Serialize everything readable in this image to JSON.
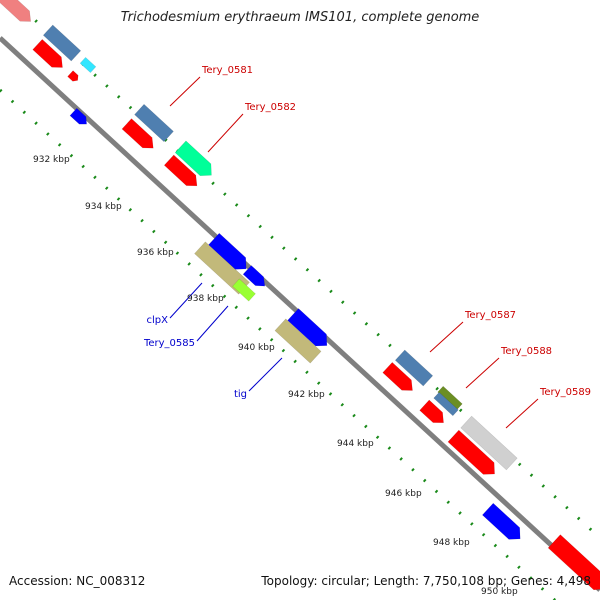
{
  "title": "Trichodesmium erythraeum IMS101, complete genome",
  "footer": {
    "accession": "Accession: NC_008312",
    "topology": "Topology: circular; Length: 7,750,108 bp; Genes: 4,498"
  },
  "colors": {
    "backbone": "#7f7f7f",
    "ruler_dots": "#1a8a1a",
    "cds_forward": "#ff0000",
    "cds_reverse": "#0000ff",
    "trna": "#4f7fb0",
    "rrna": "#00ff99",
    "misc_feature": "#c2b97a",
    "repeat": "#99ff33",
    "other": "#d0d0d0",
    "locus_label_red": "#cc0000",
    "locus_label_blue": "#0000cc"
  },
  "ticks": [
    {
      "label": "932 kbp"
    },
    {
      "label": "934 kbp"
    },
    {
      "label": "936 kbp"
    },
    {
      "label": "938 kbp"
    },
    {
      "label": "940 kbp"
    },
    {
      "label": "942 kbp"
    },
    {
      "label": "944 kbp"
    },
    {
      "label": "946 kbp"
    },
    {
      "label": "948 kbp"
    },
    {
      "label": "950 kbp"
    }
  ],
  "gene_labels": [
    {
      "text": "Tery_0581",
      "color": "red"
    },
    {
      "text": "Tery_0582",
      "color": "red"
    },
    {
      "text": "Tery_0587",
      "color": "red"
    },
    {
      "text": "Tery_0588",
      "color": "red"
    },
    {
      "text": "Tery_0589",
      "color": "red"
    },
    {
      "text": "clpX",
      "color": "blue"
    },
    {
      "text": "Tery_0585",
      "color": "blue"
    },
    {
      "text": "tig",
      "color": "blue"
    }
  ]
}
